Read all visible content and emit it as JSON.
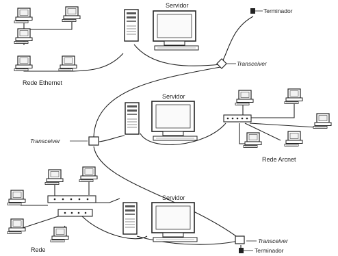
{
  "labels": {
    "servidor": "Servidor",
    "terminador": "Terminador",
    "transceiver": "Transceiver",
    "rede_ethernet": "Rede Ethernet",
    "rede_arcnet": "Rede Arcnet",
    "rede": "Rede"
  },
  "colors": {
    "ink": "#222222",
    "shade": "#555555",
    "paper": "#ffffff"
  },
  "icons": {
    "workstation": "workstation-icon",
    "server_tower": "server-tower-icon",
    "server_monitor": "server-monitor-icon",
    "transceiver": "transceiver-icon",
    "terminator": "terminator-icon",
    "hub": "hub-icon"
  }
}
